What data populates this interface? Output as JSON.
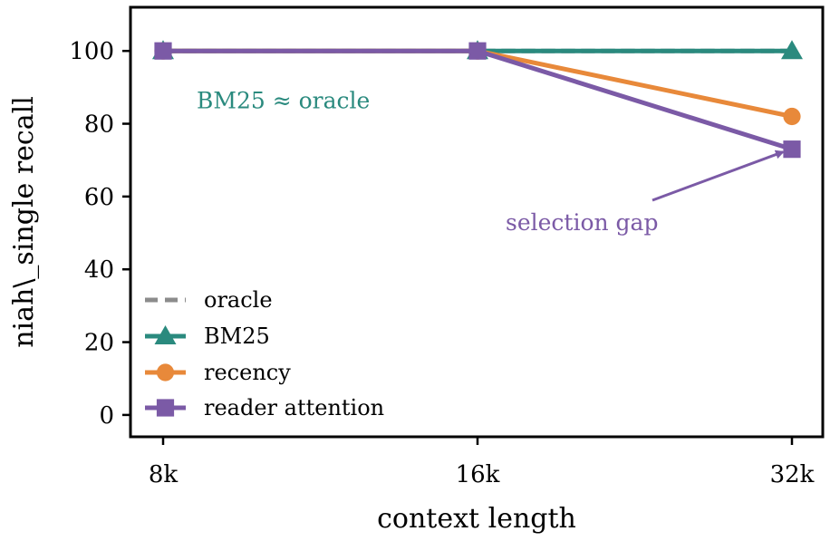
{
  "chart_data": {
    "type": "line",
    "categories": [
      "8k",
      "16k",
      "32k"
    ],
    "xlabel": "context length",
    "ylabel": "niah\\_single recall",
    "ylim": [
      -6,
      112
    ],
    "yticks": [
      0,
      20,
      40,
      60,
      80,
      100
    ],
    "grid": false,
    "legend_position": "lower-left",
    "series": [
      {
        "name": "oracle",
        "values": [
          100,
          100,
          100
        ],
        "color": "#8c8c8c",
        "style": "dashed",
        "marker": "none"
      },
      {
        "name": "BM25",
        "values": [
          100,
          100,
          100
        ],
        "color": "#2a8a7e",
        "style": "solid",
        "marker": "triangle"
      },
      {
        "name": "recency",
        "values": [
          100,
          100,
          82
        ],
        "color": "#e8893a",
        "style": "solid",
        "marker": "circle"
      },
      {
        "name": "reader attention",
        "values": [
          100,
          100,
          73
        ],
        "color": "#7b5aa6",
        "style": "solid",
        "marker": "square"
      }
    ],
    "annotations": [
      {
        "text": "BM25 ≈ oracle",
        "color": "#2a8a7e",
        "anchor_category": "8k",
        "anchor_value": 86.5
      },
      {
        "text": "selection gap",
        "color": "#7b5aa6",
        "arrow_to_category": "32k",
        "arrow_to_value": 73,
        "text_category_offset": 0.55,
        "text_value": 52
      }
    ]
  }
}
